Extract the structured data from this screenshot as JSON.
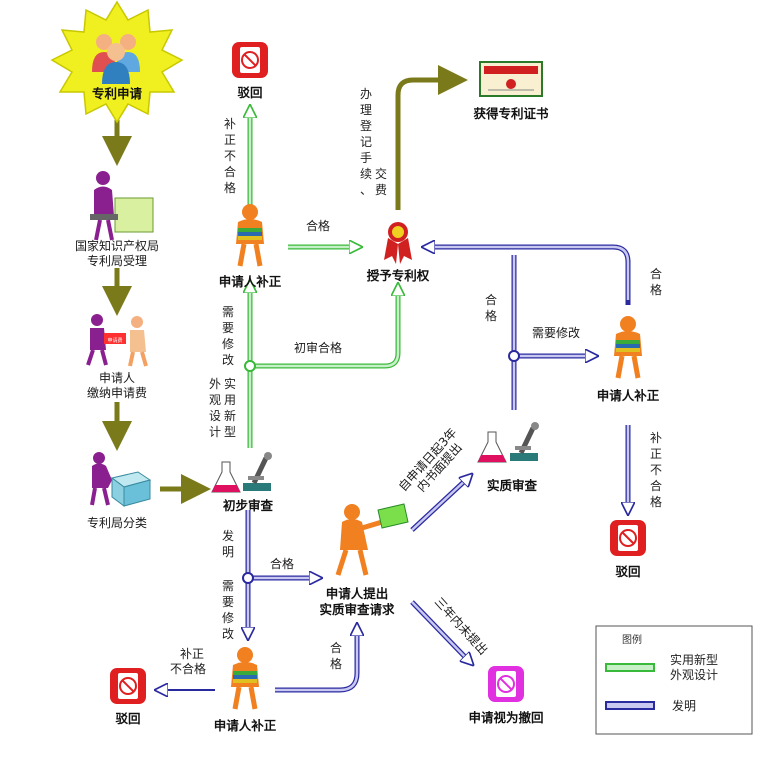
{
  "nodes": {
    "apply": "专利申请",
    "office_accept": [
      "国家知识产权局",
      "专利局受理"
    ],
    "pay_fee": [
      "申请人",
      "缴纳申请费"
    ],
    "fee_label": "申请费",
    "classify": "专利局分类",
    "prelim": "初步审查",
    "reject_top": "驳回",
    "correct_top": "申请人补正",
    "grant": "授予专利权",
    "cert": "获得专利证书",
    "correct_bottom": "申请人补正",
    "reject_bottom_left": "驳回",
    "request_exam": [
      "申请人提出",
      "实质审查请求"
    ],
    "subst_exam": "实质审查",
    "correct_right": "申请人补正",
    "reject_right": "驳回",
    "withdrawn": "申请视为撤回"
  },
  "edges": {
    "fail_top": [
      "补",
      "正",
      "不",
      "合",
      "格"
    ],
    "pass_top": "合格",
    "need_modify_left": [
      "需",
      "要",
      "修",
      "改"
    ],
    "prelim_pass": "初审合格",
    "utility_design": [
      "实",
      "用",
      "新",
      "型"
    ],
    "utility_design_prefix": [
      "外",
      "观",
      "设",
      "计"
    ],
    "register": [
      "办",
      "理",
      "登",
      "记",
      "手",
      "续",
      "、",
      "交",
      "费"
    ],
    "invention": [
      "发",
      "明"
    ],
    "need_modify_bottom": [
      "需",
      "要",
      "修",
      "改"
    ],
    "pass_bottom": "合格",
    "fail_bottom": [
      "补正",
      "不合格"
    ],
    "pass_up": [
      "合",
      "格"
    ],
    "within_3y": [
      "自申请日起3年",
      "内书面提出"
    ],
    "not_3y": "三年内未提出",
    "pass_mid": [
      "合",
      "格"
    ],
    "need_modify_right": "需要修改",
    "pass_right": [
      "合",
      "格"
    ],
    "fail_right": [
      "补",
      "正",
      "不",
      "合",
      "格"
    ]
  },
  "legend": {
    "title": "图例",
    "green_label": [
      "实用新型",
      "外观设计"
    ],
    "blue_label": "发明"
  },
  "colors": {
    "olive": "#7a7a1a",
    "green": "#3aba3a",
    "green_light": "#c8f0c8",
    "blue": "#2a2aa0",
    "blue_light": "#c8c8f0",
    "reject_red": "#e02020",
    "withdraw_magenta": "#e030e0",
    "person_orange": "#f08020"
  }
}
